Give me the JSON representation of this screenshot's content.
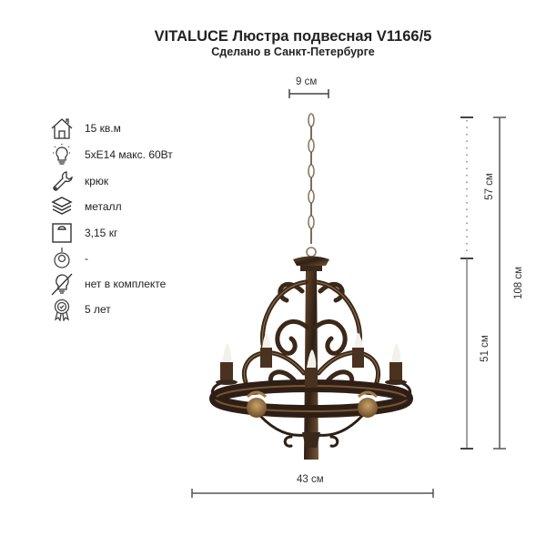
{
  "header": {
    "title": "VITALUCE Люстра подвесная V1166/5",
    "subtitle": "Сделано в Санкт-Петербурге"
  },
  "specs": [
    {
      "icon": "house-icon",
      "label": "15 кв.м"
    },
    {
      "icon": "lightbulb-icon",
      "label": "5xE14 макс. 60Вт"
    },
    {
      "icon": "wrench-icon",
      "label": "крюк"
    },
    {
      "icon": "layers-icon",
      "label": "металл"
    },
    {
      "icon": "scale-icon",
      "label": "3,15 кг"
    },
    {
      "icon": "ring-mount-icon",
      "label": "-"
    },
    {
      "icon": "no-bulb-icon",
      "label": "нет в комплекте"
    },
    {
      "icon": "warranty-badge-icon",
      "label": "5 лет"
    }
  ],
  "dimensions": {
    "top_width": "9 см",
    "chain_length": "57 см",
    "body_height": "51 см",
    "total_height": "108 см",
    "diameter": "43 см"
  },
  "colors": {
    "text": "#222222",
    "dim_line": "#555555",
    "bronze_dark": "#2e1f16",
    "bronze_mid": "#5a3d25",
    "bronze_light": "#a07a4a",
    "candle": "#f3f1ec"
  }
}
